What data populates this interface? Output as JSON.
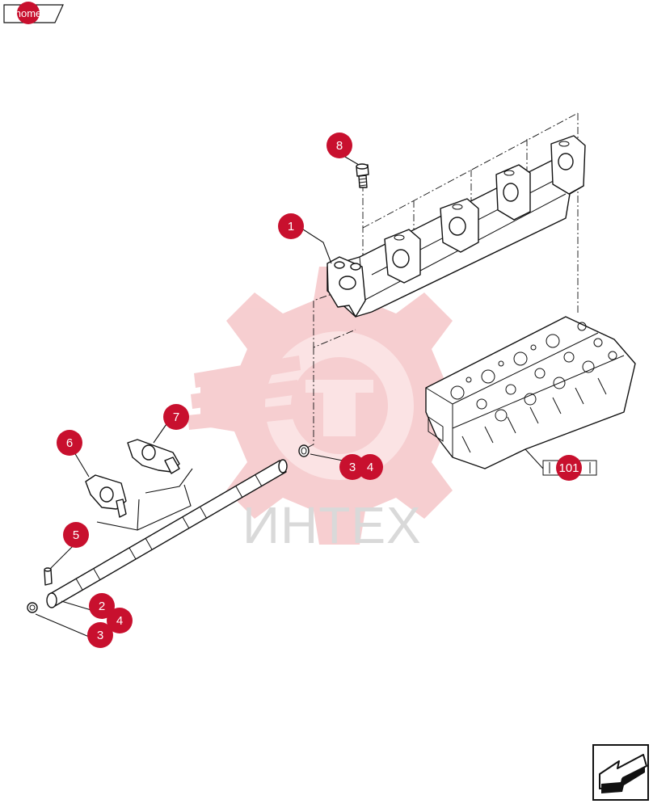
{
  "colors": {
    "callout": "#c8102e",
    "watermark": "#f5c2c4",
    "line": "#111111"
  },
  "nav": {
    "home_label": "home",
    "home_icon": "home-tab-icon",
    "back_icon": "return-arrow-icon"
  },
  "watermark": {
    "text": "ИНТЕХ",
    "icon": "gear-wrench-logo"
  },
  "callouts": {
    "c1": "1",
    "c2": "2",
    "c3a": "3",
    "c3b": "3",
    "c4a": "4",
    "c4b": "4",
    "c5": "5",
    "c6": "6",
    "c7": "7",
    "c8": "8",
    "c101": "101"
  }
}
